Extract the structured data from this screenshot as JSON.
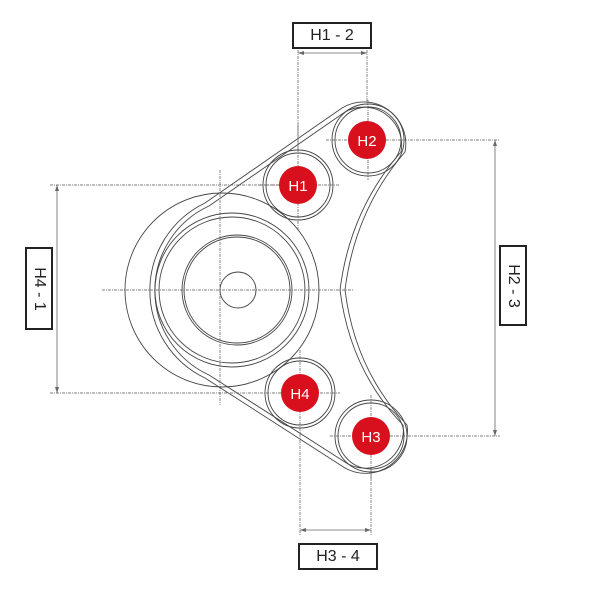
{
  "holes": [
    {
      "id": "H1",
      "label": "H1"
    },
    {
      "id": "H2",
      "label": "H2"
    },
    {
      "id": "H3",
      "label": "H3"
    },
    {
      "id": "H4",
      "label": "H4"
    }
  ],
  "dimensions": {
    "h1_2": "H1 - 2",
    "h2_3": "H2 - 3",
    "h3_4": "H3 - 4",
    "h4_1": "H4 - 1"
  },
  "colors": {
    "hole_marker": "#d80f1c",
    "line": "#333333",
    "dim_line": "#666666"
  }
}
